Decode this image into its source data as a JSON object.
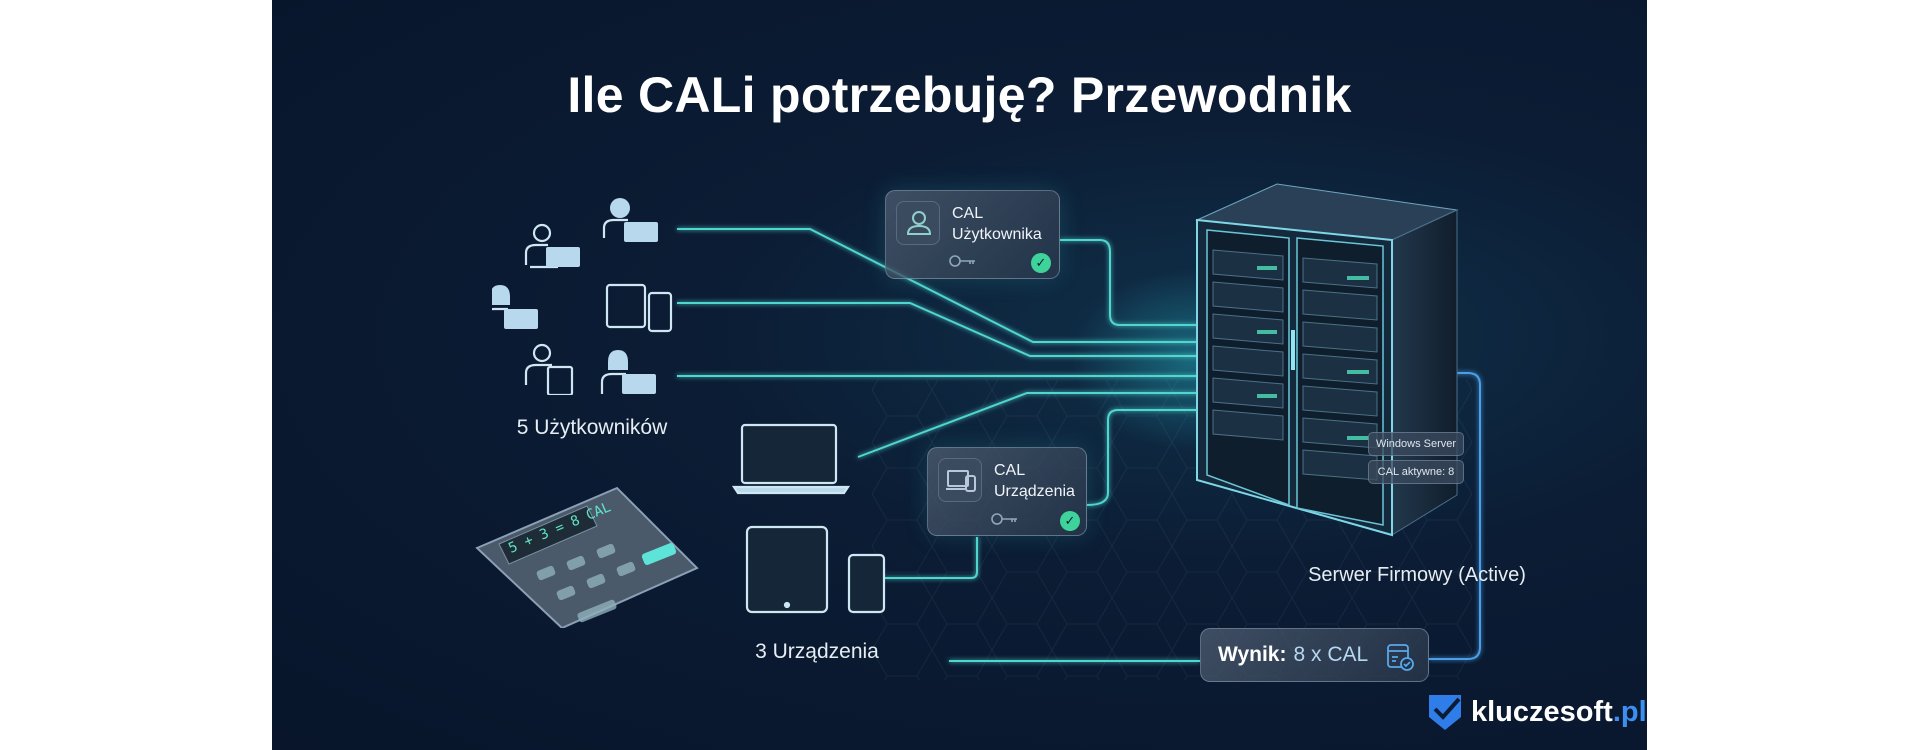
{
  "title": "Ile CALi potrzebuję? Przewodnik",
  "users_label": "5 Użytkowników",
  "devices_label": "3 Urządzenia",
  "cal_user": {
    "line1": "CAL",
    "line2": "Użytkownika",
    "icon": "user-icon"
  },
  "cal_device": {
    "line1": "CAL",
    "line2": "Urządzenia",
    "icon": "devices-icon"
  },
  "server": {
    "label": "Serwer Firmowy (Active)",
    "badge_os": "Windows Server",
    "badge_active": "CAL aktywne: 8"
  },
  "calculator_display": "5 + 3 = 8 CAL",
  "result": {
    "prefix": "Wynik:",
    "value": "8 x CAL"
  },
  "logo": {
    "name": "kluczesoft",
    "tld": ".pl"
  },
  "colors": {
    "line": "#4fd6cf",
    "accent_blue": "#3b8ff0",
    "check": "#3ed39a",
    "background": "#0b1c34"
  }
}
